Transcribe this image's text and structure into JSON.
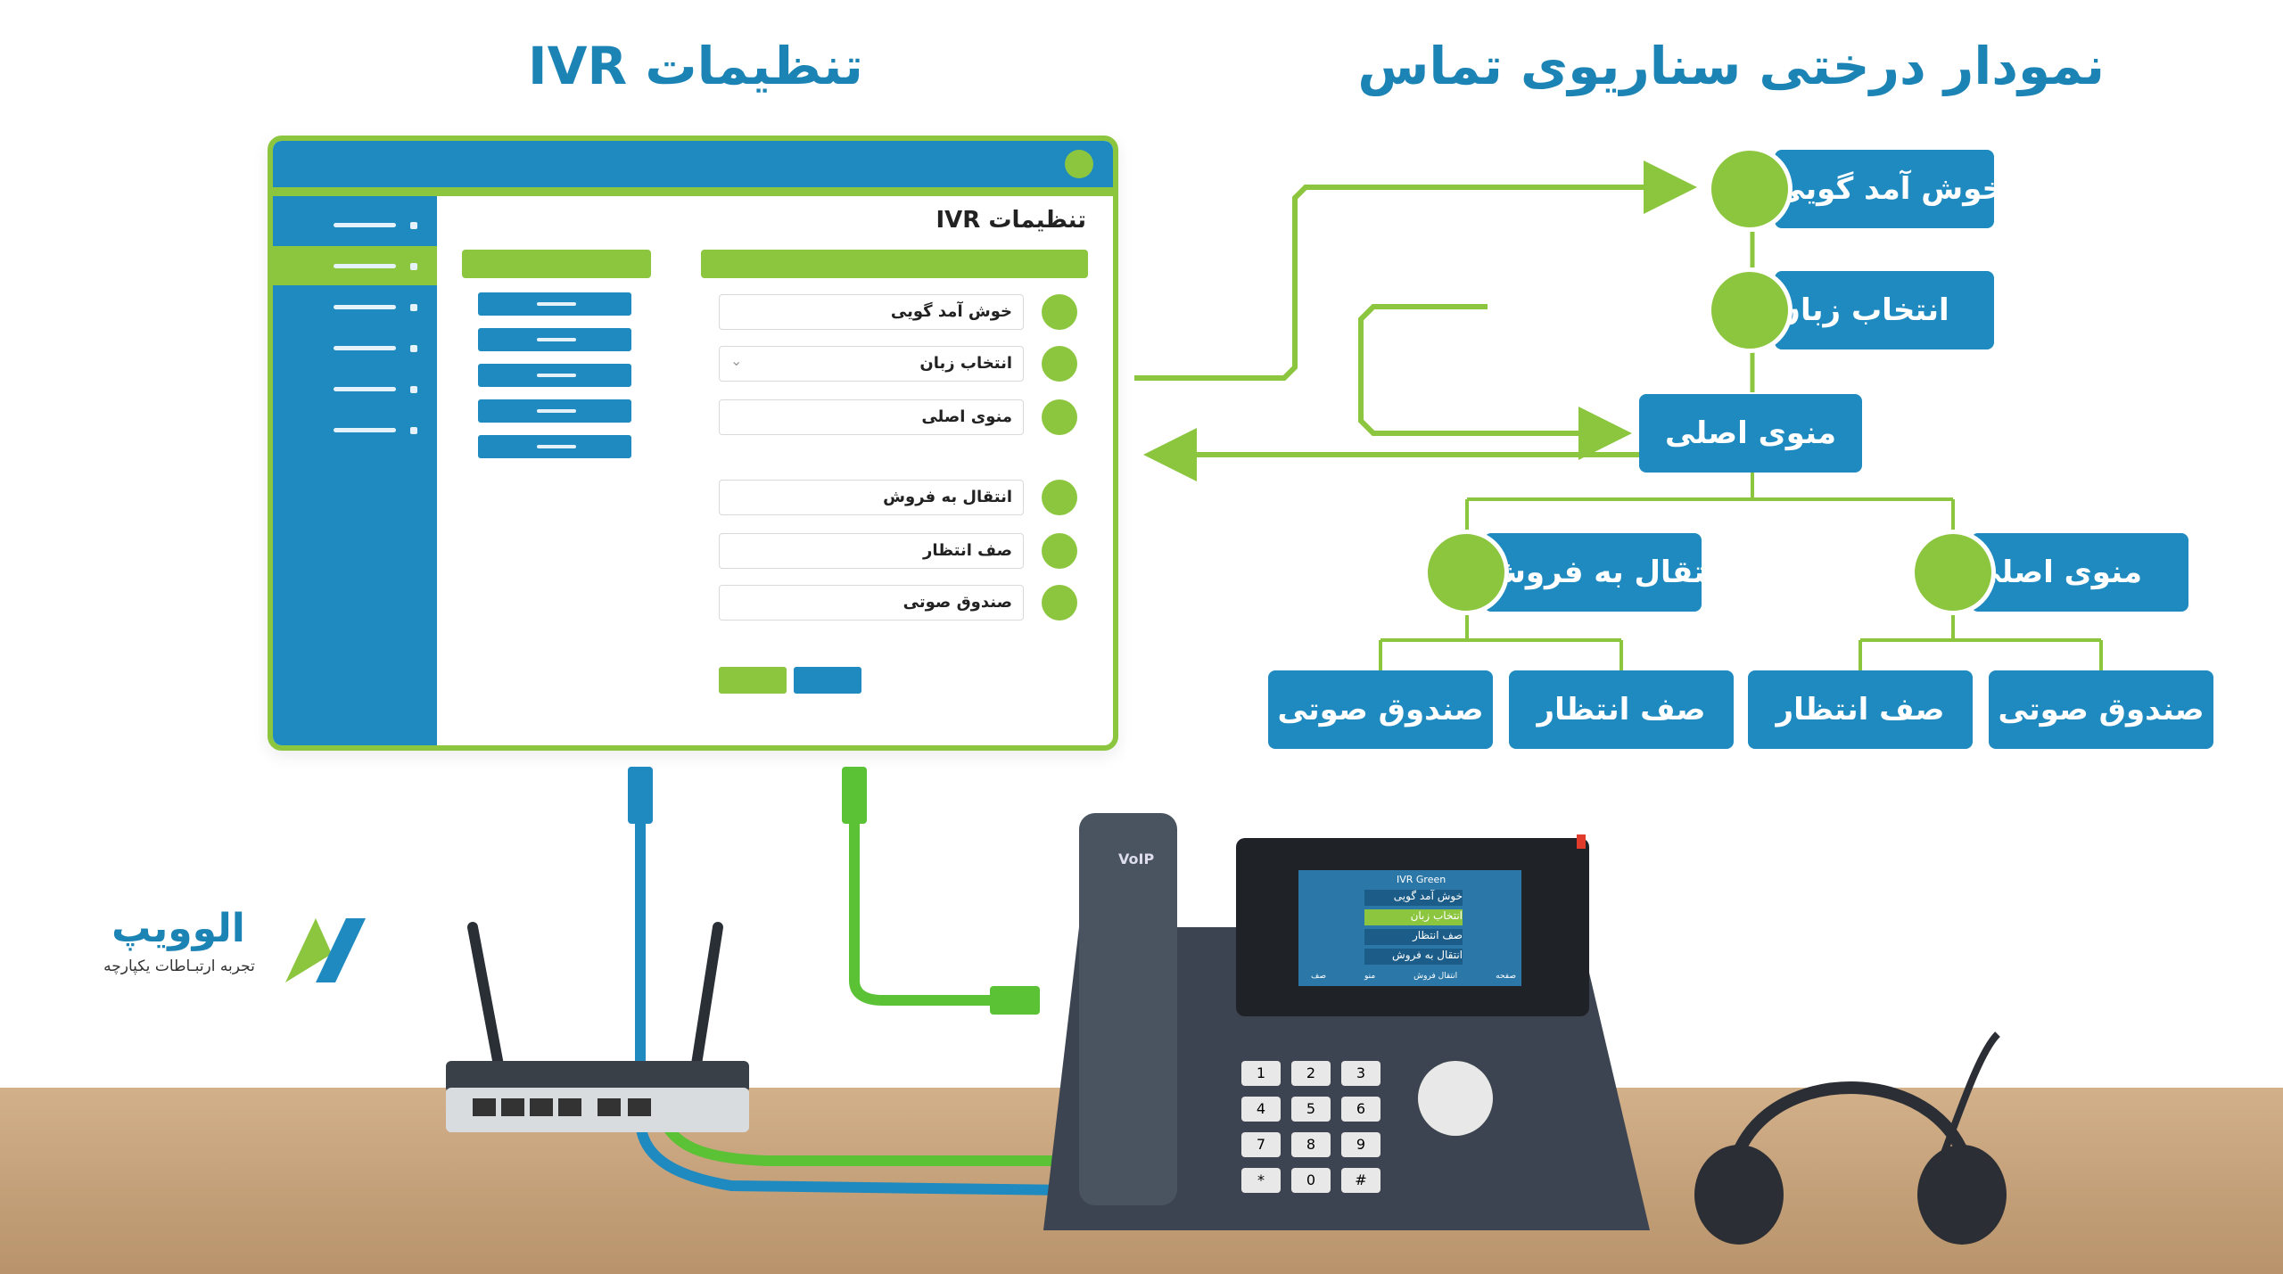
{
  "titles": {
    "ivr_settings": "تنظیمات IVR",
    "call_tree": "نمودار درختی سناریوی تماس"
  },
  "ivr_window": {
    "heading": "تنظیمات IVR",
    "fields": [
      "خوش آمد گویی",
      "انتخاب زبان",
      "منوی اصلی",
      "انتقال به فروش",
      "صف انتظار",
      "صندوق صوتی"
    ]
  },
  "tree": {
    "welcome": "خوش آمد گویی",
    "language": "انتخاب زبان",
    "main_menu": "منوی اصلی",
    "sales_transfer": "انتقال به فروش",
    "main_menu_2": "منوی اصلی",
    "leaves": {
      "sales_voicemail": "صندوق صوتی",
      "sales_queue": "صف انتظار",
      "menu_queue": "صف انتظار",
      "menu_voicemail": "صندوق صوتی"
    }
  },
  "phone": {
    "brand": "VoIP",
    "screen_title": "IVR Green",
    "screen_items": [
      "خوش آمد گویی",
      "انتخاب زبان",
      "صف انتظار",
      "انتقال به فروش"
    ],
    "softkeys": [
      "صفحه",
      "انتقال فروش",
      "منو",
      "صف"
    ],
    "keypad": [
      "1",
      "2",
      "3",
      "4",
      "5",
      "6",
      "7",
      "8",
      "9",
      "*",
      "0",
      "#"
    ]
  },
  "logo": {
    "name": "الوویپ",
    "tagline": "تجربه ارتبـاطات یکپارچه"
  },
  "colors": {
    "blue": "#1e8ac0",
    "green": "#8cc63f",
    "title_blue": "#1c84b5",
    "desk": "#c9a680"
  },
  "icons": [
    "router-icon",
    "ethernet-cable-icon",
    "ip-phone-icon",
    "headset-icon",
    "logo-mark-icon"
  ]
}
